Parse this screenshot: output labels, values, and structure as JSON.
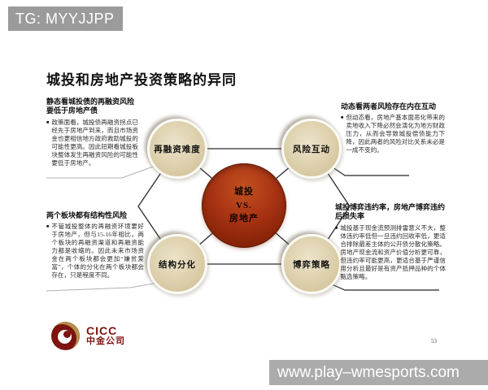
{
  "overlays": {
    "tg_label": "TG: MYYJJPP",
    "watermark": "www.play–wmesports.com"
  },
  "slide": {
    "title": "城投和房地产投资策略的异同",
    "page_number": "53",
    "logo_en": "CICC",
    "logo_cn": "中金公司"
  },
  "diagram": {
    "center": {
      "line1": "城投",
      "line2": "VS.",
      "line3": "房地产"
    },
    "nodes": [
      {
        "label": "再融资难度"
      },
      {
        "label": "风险互动"
      },
      {
        "label": "结构分化"
      },
      {
        "label": "博弈策略"
      }
    ]
  },
  "notes": {
    "top_left": {
      "heading": "静态看城投债的再融资风险要低于房地产债",
      "body": "政策面看，城投债再融资拐点已经先于房地产到来，而且市场资金也更相信地方政府救助城投的可能性更高。因此短期看城投板块整体发生再融资风险的可能性要低于房地产。"
    },
    "top_right": {
      "heading": "动态看两者风险存在内在互动",
      "body": "但动态看，房地产基本面恶化带来的卖地收入下降必然会演化为地方财政压力，从而会导致城投偿债能力下降，因此两者的风险对比关系未必是一成不变的。"
    },
    "bottom_left": {
      "heading": "两个板块都有结构性风险",
      "body": "不管城投整体的再融资环境要好于房地产，但与15-16年相比，两个板块的再融资渠道和再融资能力都是收缩的。因此未来市场资金在两个板块都会更加“嫌贫爱富”，个体的分化在两个板块都会存在，只是程度不同。"
    },
    "bottom_right": {
      "heading": "城投博弈违约率，房地产博弈违约后损失率",
      "body": "城投基于现金流预测排雷意义不大，整体违约率低但一旦违约回收率低，更适合排除最差主体的公开债分散化策略。房地产现金流和资产价值分析更可靠，但违约率可能更高，更适合基于严谨信用分析且最好是有资产抵押品种的个体甄选策略。"
    }
  }
}
